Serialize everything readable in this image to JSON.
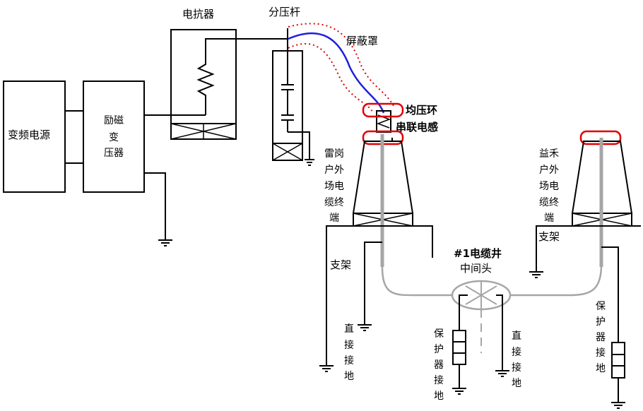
{
  "labels": {
    "vf_source": "变频电源",
    "exciter": [
      "励磁",
      "变",
      "压器"
    ],
    "reactor": "电抗器",
    "divider": "分压杆",
    "shield": "屏蔽罩",
    "grading_ring": "均压环",
    "series_inductor": "串联电感",
    "left_terminal": [
      "雷岗",
      "户外",
      "场电",
      "缆终",
      "端"
    ],
    "right_terminal": [
      "益禾",
      "户外",
      "场电",
      "缆终",
      "端"
    ],
    "support_left": "支架",
    "support_right": "支架",
    "joint": [
      "#1电缆井",
      "中间头"
    ],
    "direct_ground_left": [
      "直",
      "接",
      "接",
      "地"
    ],
    "direct_ground_mid": [
      "直",
      "接",
      "接",
      "地"
    ],
    "protector_left": [
      "保",
      "护",
      "器",
      "接",
      "地"
    ],
    "protector_right": [
      "保",
      "护",
      "器",
      "接",
      "地"
    ]
  },
  "colors": {
    "line": "#000000",
    "cable": "#a6a6a6",
    "hv_lead": "#1f1fdd",
    "shield": "#e00000",
    "ring": "#e00000"
  }
}
